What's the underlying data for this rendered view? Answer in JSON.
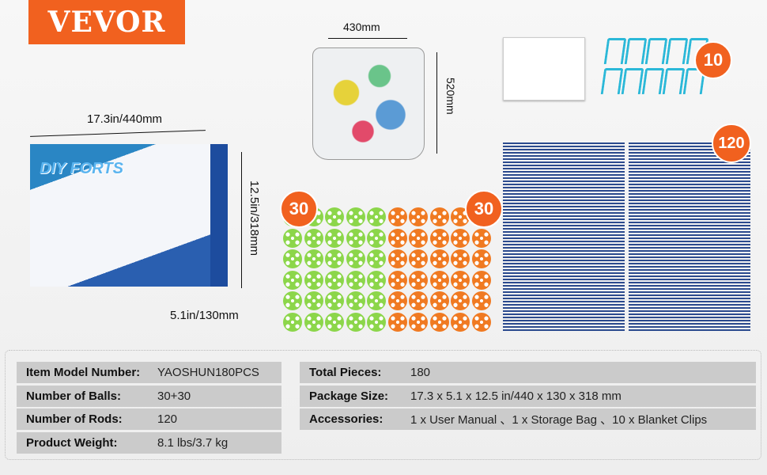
{
  "brand": "VEVOR",
  "box": {
    "title": "DIY FORTS",
    "width_label": "17.3in/440mm",
    "height_label": "12.5in/318mm",
    "depth_label": "5.1in/130mm"
  },
  "bag": {
    "width_label": "430mm",
    "height_label": "520mm"
  },
  "badges": {
    "clips": "10",
    "rods": "120",
    "green_balls": "30",
    "orange_balls": "30"
  },
  "colors": {
    "brand": "#f1611f",
    "green_ball": "#8cd64a",
    "orange_ball": "#f07a22",
    "rod": "#2b4a8e",
    "clip": "#2bb8d8"
  },
  "specs": {
    "left": [
      {
        "label": "Item Model Number:",
        "value": "YAOSHUN180PCS"
      },
      {
        "label": "Number of Balls:",
        "value": "30+30"
      },
      {
        "label": "Number of Rods:",
        "value": "120"
      },
      {
        "label": "Product Weight:",
        "value": "8.1 lbs/3.7 kg"
      }
    ],
    "right": [
      {
        "label": "Total Pieces:",
        "value": "180"
      },
      {
        "label": "Package Size:",
        "value": "17.3 x 5.1 x 12.5 in/440 x 130 x 318 mm"
      },
      {
        "label": "Accessories:",
        "value": "1 x User Manual 、1 x Storage Bag 、10 x Blanket Clips"
      }
    ]
  }
}
